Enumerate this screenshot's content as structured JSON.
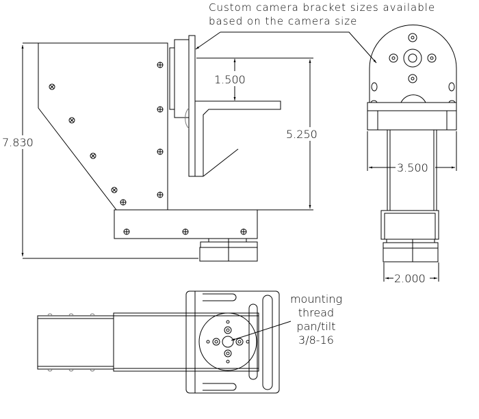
{
  "callout": {
    "line1": "Custom camera bracket sizes available",
    "line2": "based on the camera size"
  },
  "dimensions": {
    "overall_height": "7.830",
    "bracket_offset": "1.500",
    "bracket_height": "5.250",
    "front_width": "3.500",
    "base_width": "2.000"
  },
  "mounting_note": {
    "line1": "mounting",
    "line2": "thread",
    "line3": "pan/tilt",
    "line4": "3/8-16"
  }
}
